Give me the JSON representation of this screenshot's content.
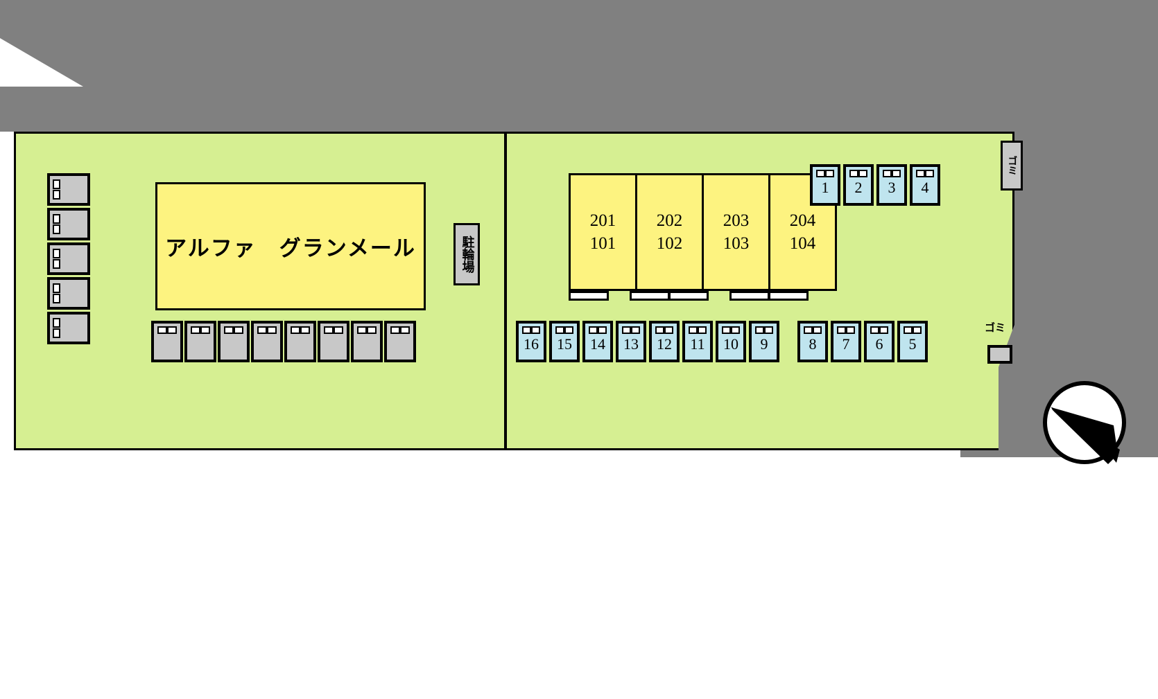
{
  "map": {
    "title": "アルファ　グランメール",
    "building_name": "アルファ　グランメール",
    "bicycle_parking_label": "駐輪場",
    "trash_label_top": "ゴミ",
    "trash_label_bottom": "ゴミ",
    "colors": {
      "land": "#d6ef92",
      "road": "#808080",
      "building": "#fdf380",
      "parking_gray": "#c8c8c8",
      "parking_blue": "#bfe4ee",
      "outline": "#000000"
    }
  },
  "units": [
    {
      "upper": "201",
      "lower": "101"
    },
    {
      "upper": "202",
      "lower": "102"
    },
    {
      "upper": "203",
      "lower": "103"
    },
    {
      "upper": "204",
      "lower": "104"
    }
  ],
  "parking": {
    "top_right_group": [
      "1",
      "2",
      "3",
      "4"
    ],
    "bottom_center_group": [
      "16",
      "15",
      "14",
      "13",
      "12",
      "11",
      "10",
      "9"
    ],
    "bottom_right_group": [
      "8",
      "7",
      "6",
      "5"
    ],
    "left_column_unnumbered_count": 5,
    "left_row_unnumbered_count": 8
  }
}
